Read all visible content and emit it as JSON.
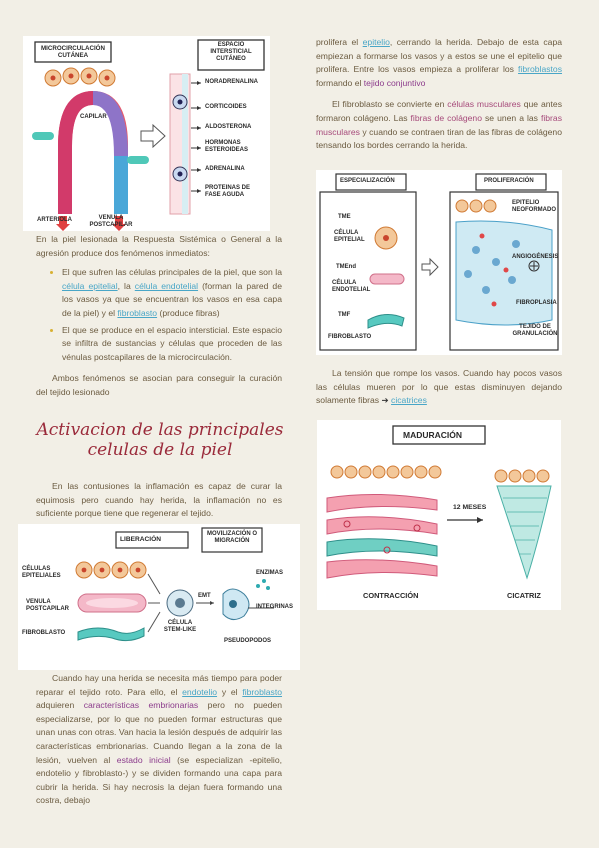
{
  "fig1": {
    "title_left": "MICROCIRCULACIÓN CUTÁNEA",
    "title_right": "ESPACIO INTERSTICIAL CUTÁNEO",
    "capilar": "CAPILAR",
    "arteriola": "ARTERIOLA",
    "venula": "VENULA POSTCAPILAR",
    "items": [
      "NORADRENALINA",
      "CORTICOIDES",
      "ALDOSTERONA",
      "HORMONAS ESTEROIDEAS",
      "ADRENALINA",
      "PROTEINAS DE FASE AGUDA"
    ]
  },
  "left_col": {
    "intro": "En la piel lesionada la Respuesta Sistémica o General a la agresión produce dos fenómenos inmediatos:",
    "b1_a": "El que sufren las células principales de la piel, que son la ",
    "b1_link1": "célula epitelial",
    "b1_b": ", la ",
    "b1_link2": "célula endotelial",
    "b1_c": " (forman la pared de los vasos ya que se encuentran los vasos en esa capa de la piel) y el ",
    "b1_link3": "fibroblasto",
    "b1_d": " (produce fibras)",
    "b2": "El que se produce en el espacio intersticial. Este espacio se infiltra de sustancias y células que proceden de las vénulas postcapilares de la microcirculación.",
    "p_both": "Ambos fenómenos se asocian para conseguir la curación del tejido lesionado",
    "heading": "Activacion de las principales celulas de la piel",
    "p_contusion": "En las contusiones la inflamación es capaz de curar la equimosis pero cuando hay herida, la inflamación no es suficiente porque tiene que regenerar el tejido."
  },
  "fig2": {
    "liberacion": "LIBERACIÓN",
    "movilizacion": "MOVILIZACIÓN O MIGRACIÓN",
    "cel_epit": "CÉLULAS EPITELIALES",
    "venula": "VENULA POSTCAPILAR",
    "fibroblasto": "FIBROBLASTO",
    "celula": "CÉLULA STEM-LIKE",
    "emt": "EMT",
    "enzimas": "ENZIMAS",
    "integrinas": "INTEGRINAS",
    "pseudopodos": "PSEUDOPODOS"
  },
  "bottom_left": {
    "a": "Cuando hay una herida se necesita más tiempo para poder reparar el tejido roto. Para ello, el ",
    "l1": "endotelio",
    "b": " y el ",
    "l2": "fibroblasto",
    "c": " adquieren ",
    "v1": "características embrionarias",
    "d": " pero no pueden especializarse, por lo que no pueden formar estructuras que unan unas con otras. Van hacia la lesión después de adquirir las características embrionarias. Cuando llegan a la zona de la lesión, vuelven al ",
    "v2": "estado inicial",
    "e": " (se especializan -epitelio, endotelio y fibroblasto-) y se dividen formando una capa para cubrir la herida. Si hay necrosis la dejan fuera formando una costra, debajo"
  },
  "right_col": {
    "p1_a": "prolifera el ",
    "p1_l1": "epitelio",
    "p1_b": ", cerrando la herida. Debajo de esta capa empiezan a formarse los vasos y a estos se une el epitelio que prolifera. Entre los vasos empieza a proliferar los ",
    "p1_l2": "fibroblastos",
    "p1_c": " formando el ",
    "p1_v": "tejido conjuntivo",
    "p2_a": "El fibroblasto se convierte en ",
    "p2_v1": "células musculares",
    "p2_b": " que antes formaron colágeno. Las ",
    "p2_v2": "fibras de colágeno",
    "p2_c": " se unen a las ",
    "p2_v3": "fibras musculares",
    "p2_d": " y cuando se contraen tiran de las fibras de colágeno tensando los bordes cerrando la herida.",
    "p3_a": "La tensión que rompe los vasos. Cuando hay pocos vasos las células mueren por lo que estas disminuyen dejando solamente fibras ",
    "p3_arrow": "➔",
    "p3_l": "cicatrices"
  },
  "fig3": {
    "especializacion": "ESPECIALIZACIÓN",
    "proliferacion": "PROLIFERACIÓN",
    "tme": "TME",
    "cel_epit": "CÉLULA EPITELIAL",
    "tmeend": "TMEnd",
    "cel_endo": "CÉLULA ENDOTELIAL",
    "tmf": "TMF",
    "fibroblasto": "FIBROBLASTO",
    "epitelio": "EPITELIO NEOFORMADO",
    "angio": "ANGIOGÉNESIS",
    "fibroplasia": "FIBROPLASIA",
    "tejido": "TEJIDO DE GRANULACIÓN"
  },
  "fig4": {
    "maduracion": "MADURACIÓN",
    "meses": "12 MESES",
    "contraccion": "CONTRACCIÓN",
    "cicatriz": "CICATRIZ"
  }
}
